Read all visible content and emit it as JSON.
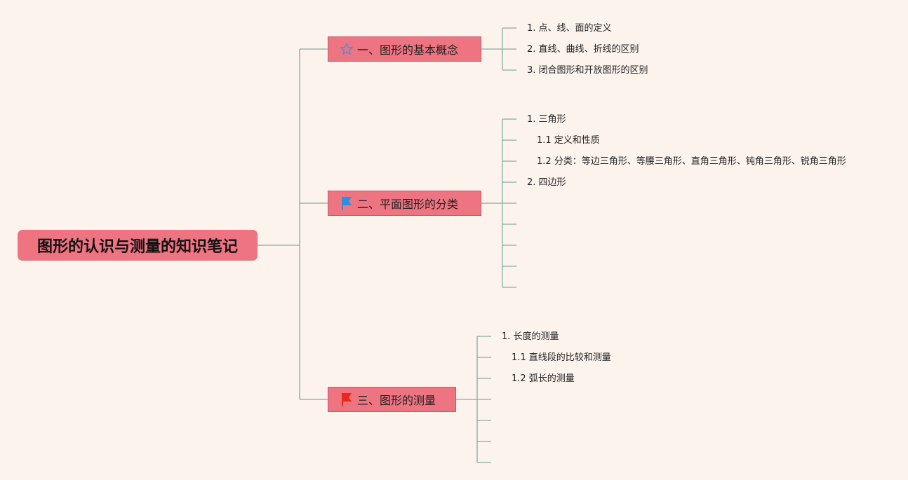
{
  "root": {
    "title": "图形的认识与测量的知识笔记"
  },
  "branches": [
    {
      "label": "一、图形的基本概念",
      "icon": "star-outline-icon",
      "items": [
        "1. 点、线、面的定义",
        "2. 直线、曲线、折线的区别",
        "3. 闭合图形和开放图形的区别"
      ]
    },
    {
      "label": "二、平面图形的分类",
      "icon": "blue-flag-icon",
      "items": [
        "1. 三角形",
        "1.1 定义和性质",
        "1.2 分类：等边三角形、等腰三角形、直角三角形、钝角三角形、锐角三角形",
        "2. 四边形"
      ]
    },
    {
      "label": "三、图形的测量",
      "icon": "red-flag-icon",
      "items": [
        "1. 长度的测量",
        "1.1 直线段的比较和测量",
        "1.2 弧长的测量"
      ]
    }
  ],
  "colors": {
    "background": "#fdf3ed",
    "node": "#ee7482",
    "line": "#86ab9c",
    "blue_flag": "#2f8fd8",
    "red_flag": "#e8281e",
    "star": "#4a8fe0"
  }
}
